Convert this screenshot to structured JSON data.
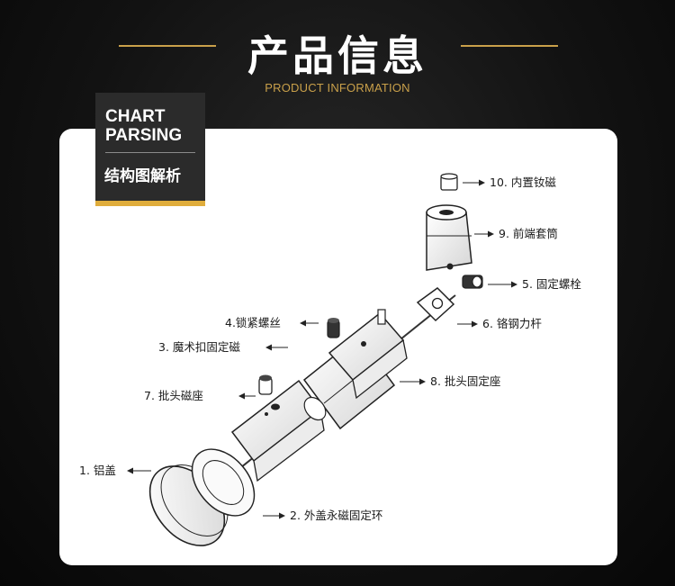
{
  "header": {
    "title": "产品信息",
    "subtitle": "PRODUCT INFORMATION"
  },
  "tag": {
    "title_en_line1": "CHART",
    "title_en_line2": "PARSING",
    "title_cn": "结构图解析"
  },
  "parts": [
    {
      "id": "p10",
      "label": "10. 内置钕磁"
    },
    {
      "id": "p9",
      "label": "9. 前端套筒"
    },
    {
      "id": "p5",
      "label": "5. 固定螺栓"
    },
    {
      "id": "p6",
      "label": "6. 铬钢力杆"
    },
    {
      "id": "p4",
      "label": "4.锁紧螺丝"
    },
    {
      "id": "p3",
      "label": "3. 魔术扣固定磁"
    },
    {
      "id": "p8",
      "label": "8. 批头固定座"
    },
    {
      "id": "p7",
      "label": "7. 批头磁座"
    },
    {
      "id": "p1",
      "label": "1. 铝盖"
    },
    {
      "id": "p2",
      "label": "2. 外盖永磁固定环"
    }
  ],
  "colors": {
    "accent_gold": "#c9a04a",
    "tag_bar": "#e0ad3c",
    "panel": "#ffffff"
  }
}
